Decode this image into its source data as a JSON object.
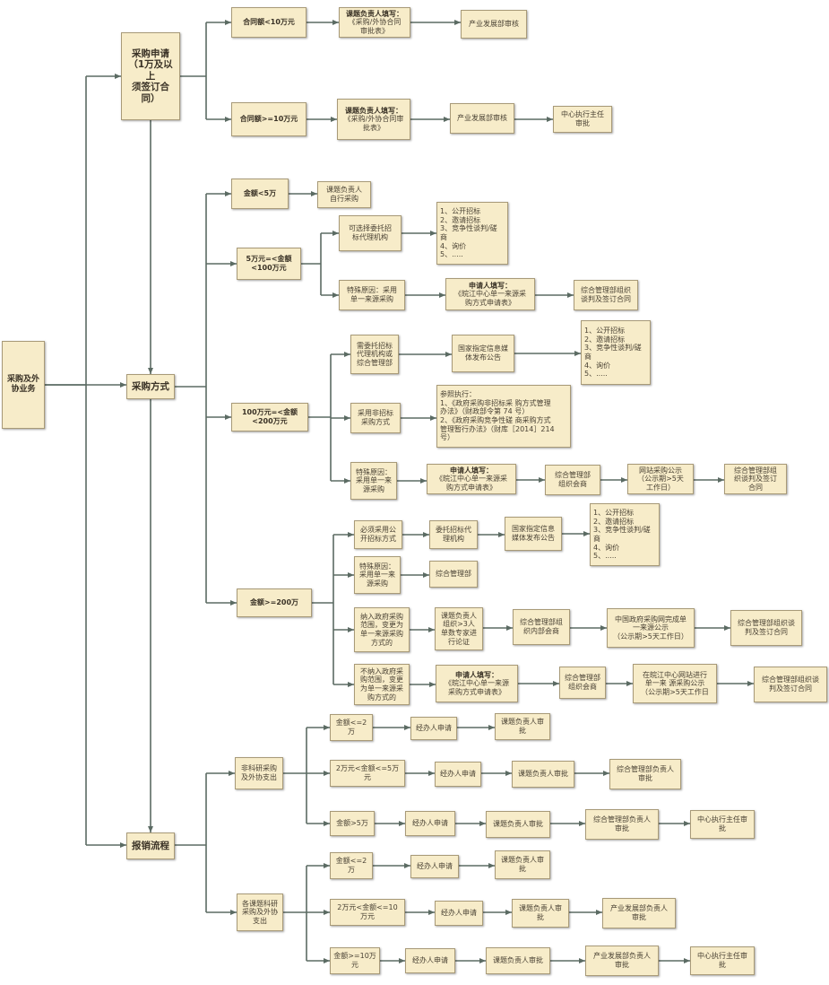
{
  "colors": {
    "node_fill": "#f7ecc9",
    "node_border": "#a89a78",
    "connector": "#5b6b63"
  },
  "nodes": {
    "root": "采购及外\n协业务",
    "apply": "采购申请\n（1万及以上\n须签订合\n同）",
    "method": "采购方式",
    "reimb": "报销流程",
    "a1": "合同额<10万元",
    "a1b_head": "课题负责人填写：",
    "a1b_body": "《采购/外协合同\n审批表》",
    "a1c": "产业发展部审核",
    "a2": "合同额>=10万元",
    "a2b_head": "课题负责人填写：",
    "a2b_body": "《采购/外协合同审\n批表》",
    "a2c": "产业发展部审核",
    "a2d": "中心执行主任\n审批",
    "m1": "金额<5万",
    "m1b": "课题负责人\n自行采购",
    "m2": "5万元=<金额\n<100万元",
    "m2a": "可选择委托招\n标代理机构",
    "m2a_list": "1、公开招标\n2、邀请招标\n3、竞争性谈判/磋\n商\n4、询价\n5、.....",
    "m2b": "特殊原因：采用\n单一来源采购",
    "m2b2_head": "申请人填写：",
    "m2b2_body": "《皖江中心单一来源采\n购方式申请表》",
    "m2b3": "综合管理部组织\n谈判及签订合同",
    "m3": "100万元=<金额\n<200万元",
    "m3a": "需委托招标\n代理机构或\n综合管理部",
    "m3a2": "国家指定信息媒\n体发布公告",
    "m3a_list": "1、公开招标\n2、邀请招标\n3、竞争性谈判/磋\n商\n4、询价\n5、.....",
    "m3b": "采用非招标\n采购方式",
    "m3b2": "参照执行：\n1、《政府采购非招标采 购方式管理\n办法》（财政部令第 74 号）\n2、《政府采购竞争性磋 商采购方式\n管理暂行办法》（财库［2014］214\n号）",
    "m3c": "特殊原因：\n采用单一来\n源采购",
    "m3c2_head": "申请人填写：",
    "m3c2_body": "《皖江中心单一来源采\n购方式申请表》",
    "m3c3": "综合管理部\n组织会商",
    "m3c4": "网站采购公示\n（公示期>5天\n工作日）",
    "m3c5": "综合管理部组\n织谈判及签订\n合同",
    "m4": "金额>=200万",
    "m4a": "必须采用公\n开招标方式",
    "m4a2": "委托招标代\n理机构",
    "m4a3": "国家指定信息\n媒体发布公告",
    "m4a_list": "1、公开招标\n2、邀请招标\n3、竞争性谈判/磋\n商\n4、询价\n5、.....",
    "m4b": "特殊原因：\n采用单一来\n源采购",
    "m4b2": "综合管理部",
    "m4c": "纳入政府采购\n范围，变更为\n单一来源采购\n方式的",
    "m4c2": "课题负责人\n组织>3人\n单数专家进\n行论证",
    "m4c3": "综合管理部组\n织内部会商",
    "m4c4": "中国政府采购网完成单\n一来源公示\n（公示期>5天工作日）",
    "m4c5": "综合管理部组织谈\n判及签订合同",
    "m4d": "不纳入政府采\n购范围，变更\n为单一来源采\n购方式的",
    "m4d2_head": "申请人填写：",
    "m4d2_body": "《皖江中心单一来源\n采购方式申请表》",
    "m4d3": "综合管理部\n组织会商",
    "m4d4": "在皖江中心网站进行\n单一来 源采购公示\n（公示期>5天工作日",
    "m4d5": "综合管理部组织谈\n判及签订合同",
    "r1": "非科研采购\n及外协支出",
    "r1a": "金额<=2\n万",
    "r1a2": "经办人申请",
    "r1a3": "课题负责人审\n批",
    "r1b": "2万元<金额<=5万\n元",
    "r1b2": "经办人申请",
    "r1b3": "课题负责人审批",
    "r1b4": "综合管理部负责人\n审批",
    "r1c": "金额>5万",
    "r1c2": "经办人申请",
    "r1c3": "课题负责人审批",
    "r1c4": "综合管理部负责人\n审批",
    "r1c5": "中心执行主任审\n批",
    "r2": "各课题科研\n采购及外协\n支出",
    "r2a": "金额<=2\n万",
    "r2a2": "经办人申请",
    "r2a3": "课题负责人审\n批",
    "r2b": "2万元<金额<=10\n万元",
    "r2b2": "经办人申请",
    "r2b3": "课题负责人审\n批",
    "r2b4": "产业发展部负责人\n审批",
    "r2c": "金额>=10万\n元",
    "r2c2": "经办人申请",
    "r2c3": "课题负责人审批",
    "r2c4": "产业发展部负责人\n审批",
    "r2c5": "中心执行主任审\n批"
  }
}
